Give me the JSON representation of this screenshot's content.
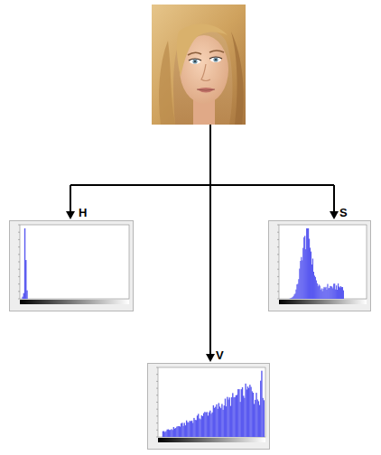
{
  "diagram": {
    "nodes": [
      {
        "text": [
          "H"
        ]
      },
      {
        "text": [
          "S"
        ]
      },
      {
        "text": [
          "V"
        ]
      }
    ]
  }
}
